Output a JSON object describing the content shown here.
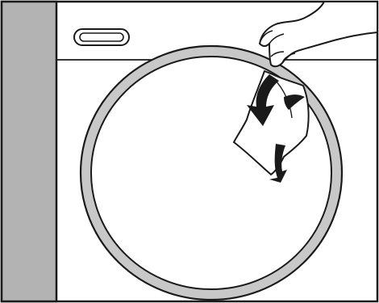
{
  "illustration": {
    "colors": {
      "background": "#ffffff",
      "outline": "#1a1a1a",
      "side_panel": "#b3b3b3",
      "door_seal": "#c8c8c8",
      "drum_interior": "#ffffff"
    },
    "icons": [
      "washing-machine-front",
      "door-seal-gasket",
      "drawer-handle",
      "hand",
      "cloth",
      "curved-arrow"
    ]
  }
}
